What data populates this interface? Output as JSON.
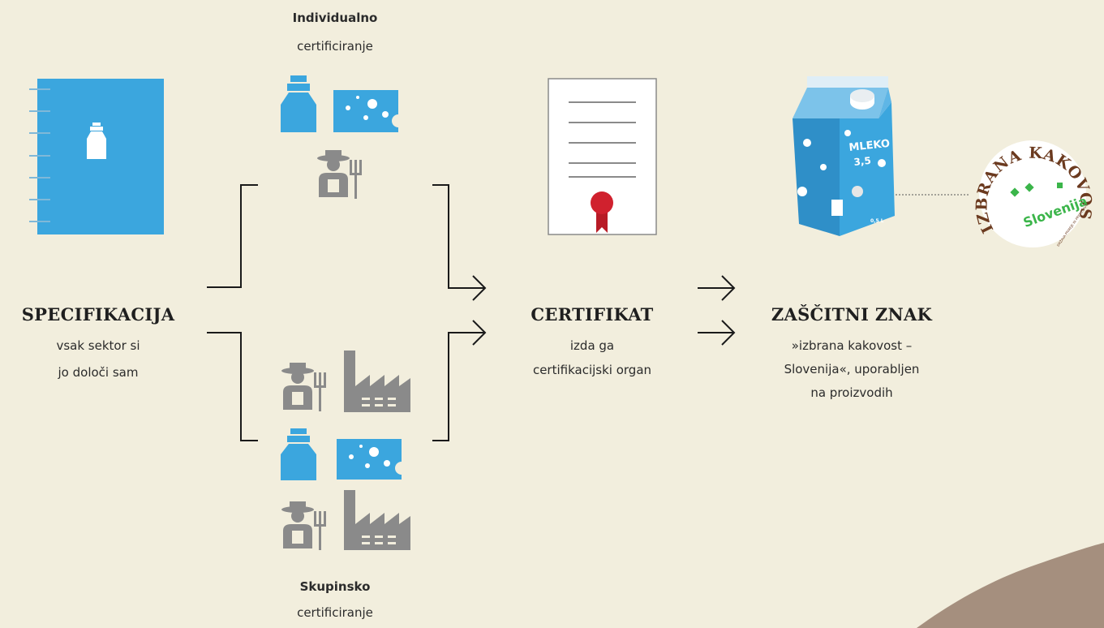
{
  "specification": {
    "title": "SPECIFIKACIJA",
    "line1": "vsak sektor si",
    "line2": "jo določi sam"
  },
  "individual": {
    "bold": "Individualno",
    "text": "certificiranje"
  },
  "group": {
    "bold": "Skupinsko",
    "text": "certificiranje"
  },
  "certificate": {
    "title": "CERTIFIKAT",
    "line1": "izda ga",
    "line2": "certifikacijski organ"
  },
  "trademark": {
    "title": "ZAŠČITNI ZNAK",
    "line1": "»izbrana kakovost –",
    "line2": "Slovenija«, uporabljen",
    "line3": "na proizvodih"
  },
  "carton": {
    "product": "MLEKO",
    "fat": "3,5",
    "volume": "0,5 L"
  },
  "badge": {
    "top": "IZBRANA KAKOVOST",
    "country": "Slovenija",
    "small": "DRŽAVA PRIREJE IN PREDELAVE"
  },
  "colors": {
    "background": "#f2eedd",
    "blue": "#3ba6de",
    "grey": "#8a8a8a",
    "seal_red": "#d0212e",
    "badge_brown": "#6b3a1f",
    "badge_green": "#3bb54a"
  }
}
